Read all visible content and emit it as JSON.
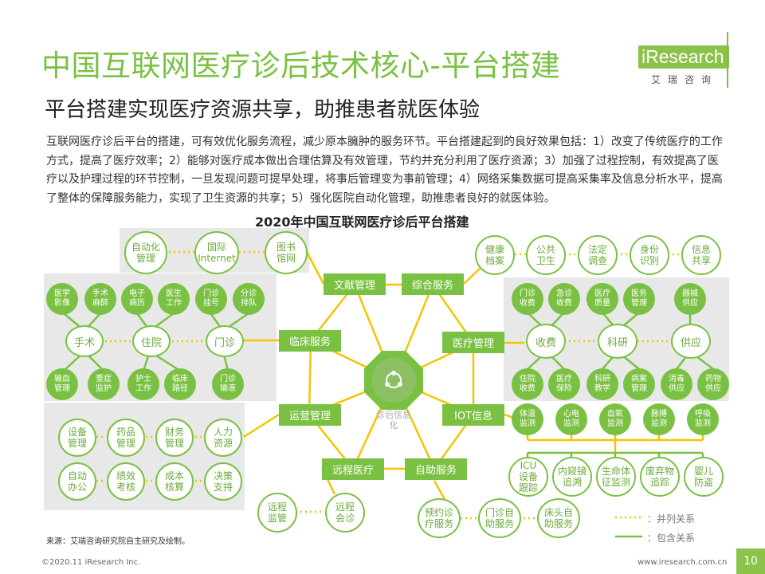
{
  "title": "中国互联网医疗诊后技术核心-平台搭建",
  "subtitle": "平台搭建实现医疗资源共享，助推患者就医体验",
  "logo": {
    "main": "iResearch",
    "sub": "艾瑞咨询"
  },
  "body_text": "互联网医疗诊后平台的搭建，可有效优化服务流程，减少原本臃肿的服务环节。平台搭建起到的良好效果包括：1）改变了传统医疗的工作方式，提高了医疗效率；2）能够对医疗成本做出合理估算及有效管理，节约并充分利用了医疗资源；3）加强了过程控制，有效提高了医疗以及护理过程的环节控制，一旦发现问题可提早处理，将事后管理变为事前管理；4）网络采集数据可提高采集率及信息分析水平，提高了整体的保障服务能力，实现了卫生资源的共享；5）强化医院自动化管理，助推患者良好的就医体验。",
  "diagram": {
    "title": "2020年中国互联网医疗诊后平台搭建",
    "center_label": "诊后信息化",
    "hubs": {
      "wenxian": "文献管理",
      "zonghe": "综合服务",
      "linchuang": "临床服务",
      "yiliao": "医疗管理",
      "yunying": "运营管理",
      "iot": "IOT信息",
      "yuancheng": "远程医疗",
      "zizhu": "自助服务"
    },
    "wenxian_items": [
      "自动化管理",
      "国际Internet",
      "图书馆网"
    ],
    "zonghe_items": [
      "健康档案",
      "公共卫生",
      "法定调查",
      "身份识别",
      "信息共享"
    ],
    "linchuang_mid": [
      "手术",
      "住院",
      "门诊"
    ],
    "linchuang_top": [
      "医学影像",
      "手术麻醉",
      "电子病历",
      "医生工作",
      "门诊挂号",
      "分诊排队"
    ],
    "linchuang_bottom": [
      "输血管理",
      "重症监护",
      "护士工作",
      "临床路径",
      "门诊输液"
    ],
    "yiliao_mid": [
      "收费",
      "科研",
      "供应"
    ],
    "yiliao_top": [
      "门诊收费",
      "急诊收费",
      "医疗质量",
      "医务管理",
      "器械供应"
    ],
    "yiliao_bottom": [
      "住院收费",
      "医疗保险",
      "科研教学",
      "病案管理",
      "消毒供应",
      "药物供应"
    ],
    "yunying_items": [
      "设备管理",
      "药品管理",
      "财务管理",
      "人力资源",
      "自动办公",
      "绩效考核",
      "成本核算",
      "决策支持"
    ],
    "iot_top": [
      "体温监测",
      "心电监测",
      "血氧监测",
      "脉搏监测",
      "呼吸监测"
    ],
    "iot_bottom": [
      "ICU设备跟踪",
      "内窥镜追溯",
      "生命体征监测",
      "废弃物追踪",
      "婴儿防盗"
    ],
    "yuancheng_items": [
      "远程监管",
      "远程会诊"
    ],
    "zizhu_items": [
      "预约诊疗服务",
      "门诊自助服务",
      "床头自助服务"
    ]
  },
  "legend": {
    "parallel": "：并列关系",
    "contain": "：包含关系"
  },
  "colors": {
    "accent": "#7ac143",
    "connector": "#f5c400",
    "panel": "#e8e8e8"
  },
  "source": "来源：艾瑞咨询研究院自主研究及绘制。",
  "copyright": "©2020.11 iResearch Inc.",
  "website": "www.iresearch.com.cn",
  "page_number": "10"
}
